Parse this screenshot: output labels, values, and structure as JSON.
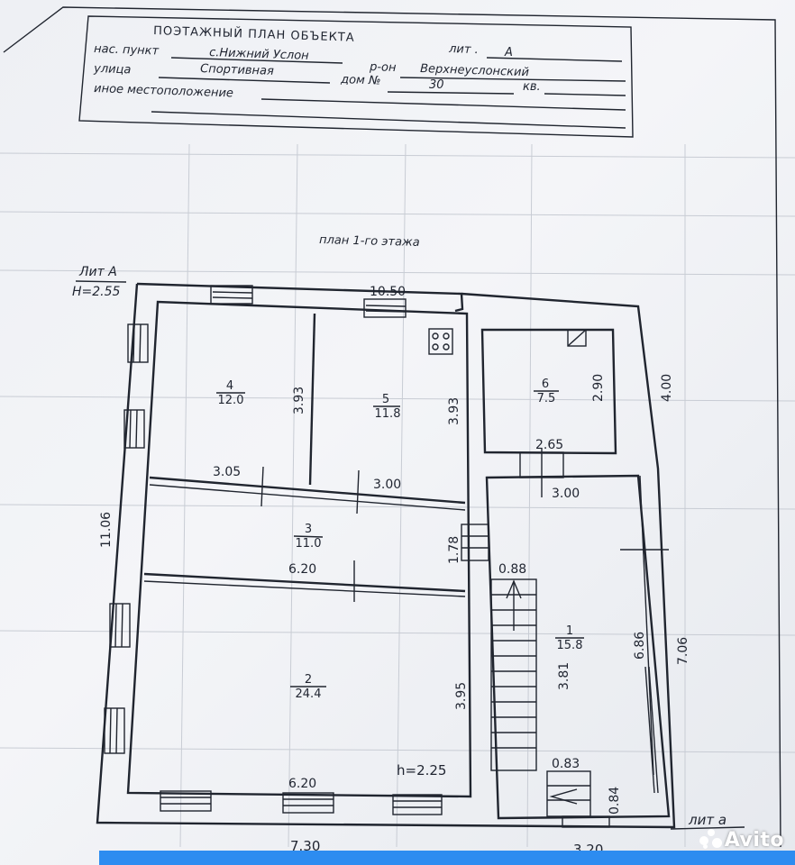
{
  "header": {
    "title": "ПОЭТАЖНЫЙ ПЛАН ОБЪЕКТА",
    "settlement_label": "нас. пункт",
    "settlement_value": "с.Нижний Услон",
    "lit_label": "лит .",
    "lit_value": "А",
    "street_label": "улица",
    "street_value": "Спортивная",
    "district_label": "р-он",
    "district_value": "Верхнеуслонский",
    "house_label": "дом №",
    "house_value": "30",
    "apt_label": "кв.",
    "other_location_label": "иное местоположение"
  },
  "plan": {
    "subtitle": "план 1-го этажа",
    "lit_a_label": "Лит А",
    "height_main": "H=2.55",
    "lit_a_small": "лит а",
    "room_height": "h=2.25",
    "rooms": [
      {
        "number": "4",
        "area": "12.0"
      },
      {
        "number": "5",
        "area": "11.8"
      },
      {
        "number": "6",
        "area": "7.5"
      },
      {
        "number": "3",
        "area": "11.0"
      },
      {
        "number": "2",
        "area": "24.4"
      },
      {
        "number": "1",
        "area": "15.8"
      }
    ],
    "dimensions": {
      "top_width": "10.50",
      "room4_height": "3.93",
      "room5_height": "3.93",
      "room4_width": "3.05",
      "room5_width": "3.00",
      "room6_height": "2.90",
      "room6_width": "2.65",
      "right_top": "4.00",
      "corridor_width": "3.00",
      "left_total": "11.06",
      "room3_height": "1.78",
      "room3_width": "6.20",
      "stair_width": "0.88",
      "room1_depth": "3.81",
      "room1_height": "6.86",
      "right_total": "7.06",
      "room2_height": "3.95",
      "room2_width": "6.20",
      "step_width": "0.83",
      "step_height": "0.84",
      "bottom_main": "7.30",
      "bottom_annex": "3.20"
    }
  },
  "watermark": {
    "text": "Avito"
  }
}
